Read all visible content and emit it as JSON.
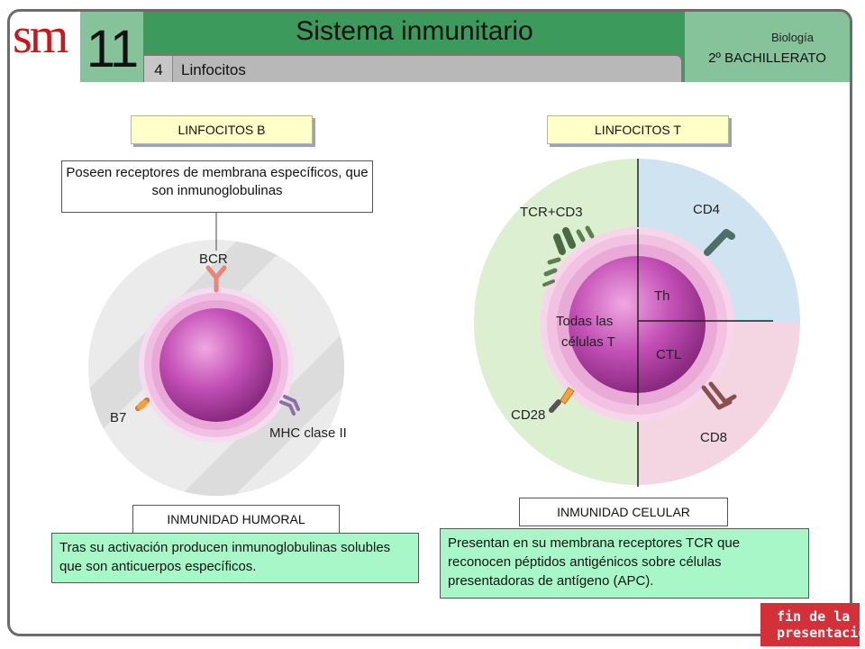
{
  "header": {
    "logo": "sm",
    "unit_number": "11",
    "title": "Sistema inmunitario",
    "section_number": "4",
    "section_title": "Linfocitos",
    "subject": "Biología",
    "course": "2º BACHILLERATO"
  },
  "b_cells": {
    "tag": "LINFOCITOS B",
    "description": "Poseen receptores de membrana específicos, que son inmunoglobulinas",
    "labels": {
      "bcr": "BCR",
      "b7": "B7",
      "mhc": "MHC clase II"
    },
    "immunity_tag": "INMUNIDAD HUMORAL",
    "immunity_text": "Tras su activación producen inmunoglobulinas solubles que son anticuerpos específicos."
  },
  "t_cells": {
    "tag": "LINFOCITOS T",
    "labels": {
      "tcr": "TCR+CD3",
      "cd4": "CD4",
      "th": "Th",
      "all_line1": "Todas las",
      "all_line2": "células T",
      "ctl": "CTL",
      "cd28": "CD28",
      "cd8": "CD8"
    },
    "immunity_tag": "INMUNIDAD CELULAR",
    "immunity_text": "Presentan en su membrana receptores TCR que reconocen péptidos antigénicos sobre células presentadoras de antígeno (APC)."
  },
  "footer": {
    "end_line1": "fin de la",
    "end_line2": "presentación"
  },
  "colors": {
    "header_green": "#3b9a5c",
    "accent_red": "#c8181f",
    "box_green": "#a8f7c8",
    "tag_yellow": "#ffffc8"
  }
}
